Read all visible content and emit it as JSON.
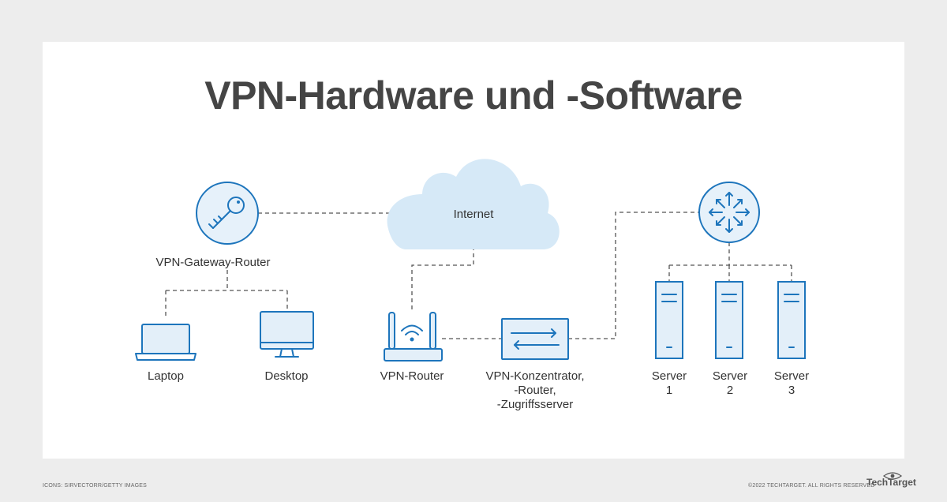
{
  "title": "VPN-Hardware und -Software",
  "nodes": {
    "internet": "Internet",
    "gateway": "VPN-Gateway-Router",
    "laptop": "Laptop",
    "desktop": "Desktop",
    "vpn_router": "VPN-Router",
    "concentrator": [
      "VPN-Konzentrator,",
      "-Router,",
      "-Zugriffsserver"
    ],
    "server1": [
      "Server",
      "1"
    ],
    "server2": [
      "Server",
      "2"
    ],
    "server3": [
      "Server",
      "3"
    ]
  },
  "footer": {
    "credit_left": "ICONS: SIRVECTORR/GETTY IMAGES",
    "credit_right": "©2022 TECHTARGET. ALL RIGHTS RESERVED",
    "brand": "TechTarget"
  },
  "colors": {
    "icon_stroke": "#1d75bc",
    "cloud_fill": "#d6e9f7",
    "circle_fill": "#e6f1fa",
    "device_fill": "#e3eff9",
    "title": "#454545",
    "background": "#ededed"
  }
}
